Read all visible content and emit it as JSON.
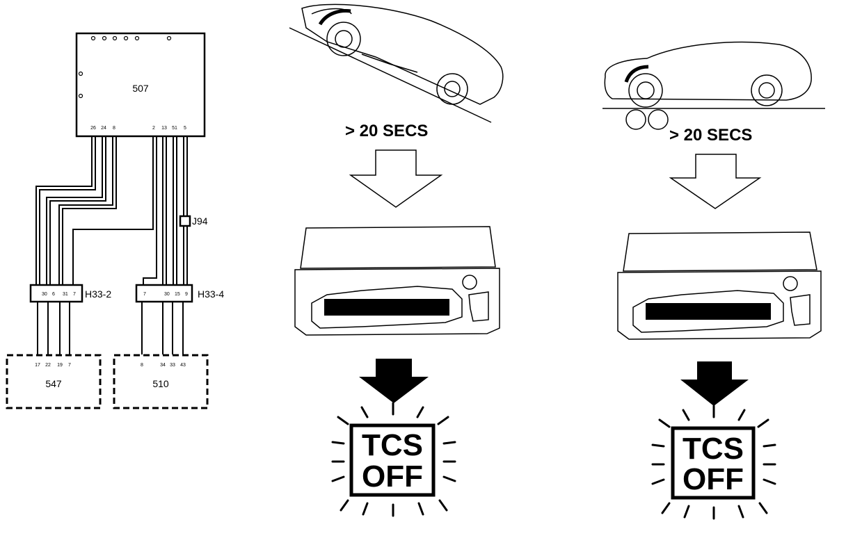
{
  "wiring": {
    "module_top": "507",
    "module_top_pins": [
      "26",
      "24",
      "8",
      "2",
      "13",
      "51",
      "5"
    ],
    "module_left": "547",
    "module_left_pins": [
      "17",
      "22",
      "19",
      "7"
    ],
    "module_right": "510",
    "module_right_pins": [
      "8",
      "34",
      "33",
      "43"
    ],
    "connector_left": "H33-2",
    "connector_left_pins": [
      "30",
      "6",
      "31",
      "7"
    ],
    "connector_right": "H33-4",
    "connector_right_pins": [
      "7",
      "30",
      "15",
      "9"
    ],
    "junction": "J94"
  },
  "scenarios": [
    {
      "name": "incline",
      "duration": "> 20 SECS",
      "warning_line1": "TCS",
      "warning_line2": "OFF"
    },
    {
      "name": "rollers",
      "duration": "> 20 SECS",
      "warning_line1": "TCS",
      "warning_line2": "OFF"
    }
  ]
}
